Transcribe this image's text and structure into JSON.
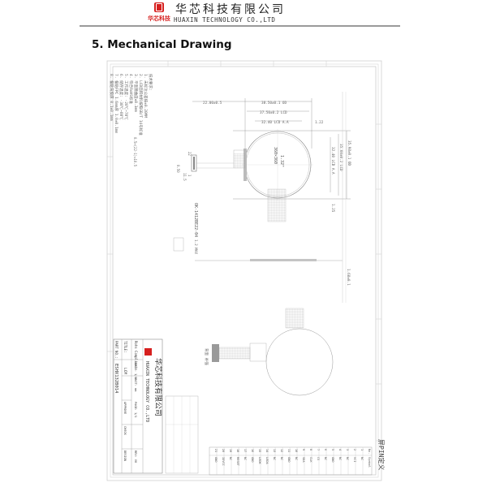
{
  "header": {
    "company_cn": "华芯科技有限公司",
    "company_en": "HUAXIN TECHNOLOGY CO.,LTD",
    "logo_small_text": "华芯科技",
    "brand_color": "#d6201f"
  },
  "section": {
    "title": "5. Mechanical Drawing"
  },
  "drawing": {
    "notes_title": "技术要求:",
    "notes": [
      "1. 未标注公差按±0.20MM",
      "2. LCD面积材料按照GB/T 14号标准",
      "3. 平面翘曲度≤0.3mm",
      "4. 符合RoHS标准",
      "5. 工作温度: -20℃~70℃",
      "6. 储存温度: -30℃~80℃",
      "7. 偏贴FPC 1.6mm厚 1.0±0.1mm",
      "8. 偏贴背胶厚 0.1±0.1mm"
    ],
    "dimensions": {
      "fpc_length": "22.00±0.5",
      "outline_od": "38.50±0.1 OD",
      "lcd_width": "37.50±0.2 LCD",
      "active_area": "32.40 LCD A.A",
      "offset_top": "1.22",
      "height_od": "35.98±0.1 OD",
      "height_lcd": "35.60±0.2 LCD",
      "height_aa": "32.40 LCD A.A",
      "offset_bottom": "1.25",
      "fpc_pitch": "0.5×(22-1)=10.5",
      "fpc_pin_pitch": "0.50",
      "fpc_height": "11.5",
      "thickness_lcd": "1.2 MAX",
      "thickness_total": "1.68±0.1",
      "connector_label": "OK-1412BE22-04",
      "connector_pins": [
        "22",
        "1"
      ]
    },
    "panel_size": "1.32\"",
    "resolution": "360×360",
    "back_label": "背面 补强",
    "pin_table_title": "屏PIN定义",
    "pin_table_headers": [
      "No.",
      "Symbol"
    ],
    "pins": [
      {
        "no": "1",
        "symbol": "NC"
      },
      {
        "no": "2",
        "symbol": "VCI"
      },
      {
        "no": "3",
        "symbol": "NC"
      },
      {
        "no": "4",
        "symbol": "NC"
      },
      {
        "no": "5",
        "symbol": "GND"
      },
      {
        "no": "6",
        "symbol": "NC"
      },
      {
        "no": "7",
        "symbol": "CS"
      },
      {
        "no": "8",
        "symbol": "CLK"
      },
      {
        "no": "9",
        "symbol": "SDA"
      },
      {
        "no": "10",
        "symbol": "NC"
      },
      {
        "no": "11",
        "symbol": "GND"
      },
      {
        "no": "12",
        "symbol": "NC"
      },
      {
        "no": "13",
        "symbol": "NC"
      },
      {
        "no": "14",
        "symbol": "LEDA"
      },
      {
        "no": "15",
        "symbol": "LEDK"
      },
      {
        "no": "16",
        "symbol": "GND"
      },
      {
        "no": "17",
        "symbol": "NC"
      },
      {
        "no": "18",
        "symbol": "RESET"
      },
      {
        "no": "19",
        "symbol": "NC"
      },
      {
        "no": "20",
        "symbol": "IOVCC"
      },
      {
        "no": "21",
        "symbol": "GND"
      },
      {
        "no": "22",
        "symbol": "NC"
      }
    ],
    "title_block": {
      "company_cn": "华芯科技有限公司",
      "company_en": "HUAXIN TECHNOLOGY CO.,LTD",
      "rohs": "Rohs Compliant",
      "scale": "SCALE: 1/1",
      "unit": "UNIT: mm",
      "page": "PAGE: 1/1",
      "rev": "REV: V0",
      "title_label": "TITLE:",
      "title_value": "LCM",
      "approve": "APPROVE",
      "check": "CHECK",
      "design": "DESIGN",
      "part_no_label": "PART NO.:",
      "part_no_value": "ESHX132B014"
    }
  }
}
